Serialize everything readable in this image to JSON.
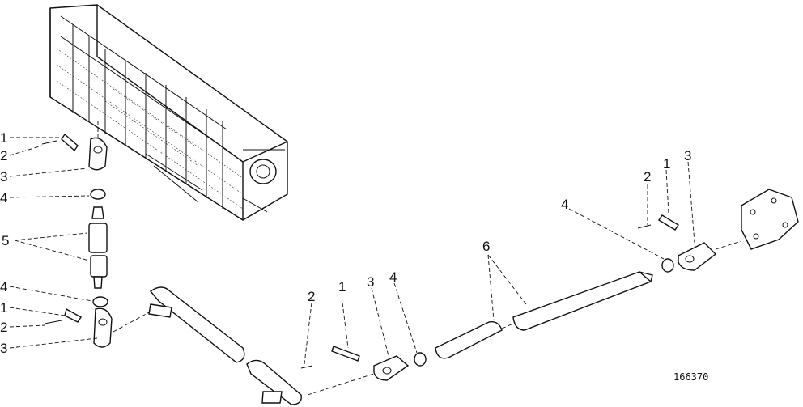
{
  "figure": {
    "reference_number": "166370",
    "callouts": {
      "left": [
        "1",
        "2",
        "3",
        "4",
        "5",
        "4",
        "1",
        "2",
        "3"
      ],
      "bottom": [
        "2",
        "1",
        "3",
        "4",
        "6"
      ],
      "right": [
        "4",
        "2",
        "1",
        "3"
      ]
    }
  },
  "colors": {
    "ink": "#111111",
    "paper": "#ffffff"
  }
}
